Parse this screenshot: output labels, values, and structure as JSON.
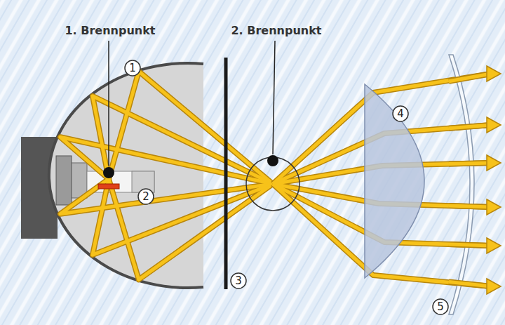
{
  "diagram": {
    "labels": [
      "1. Brennpunkt",
      "2. Brennpunkt",
      "1",
      "2",
      "3",
      "4",
      "5"
    ]
  }
}
